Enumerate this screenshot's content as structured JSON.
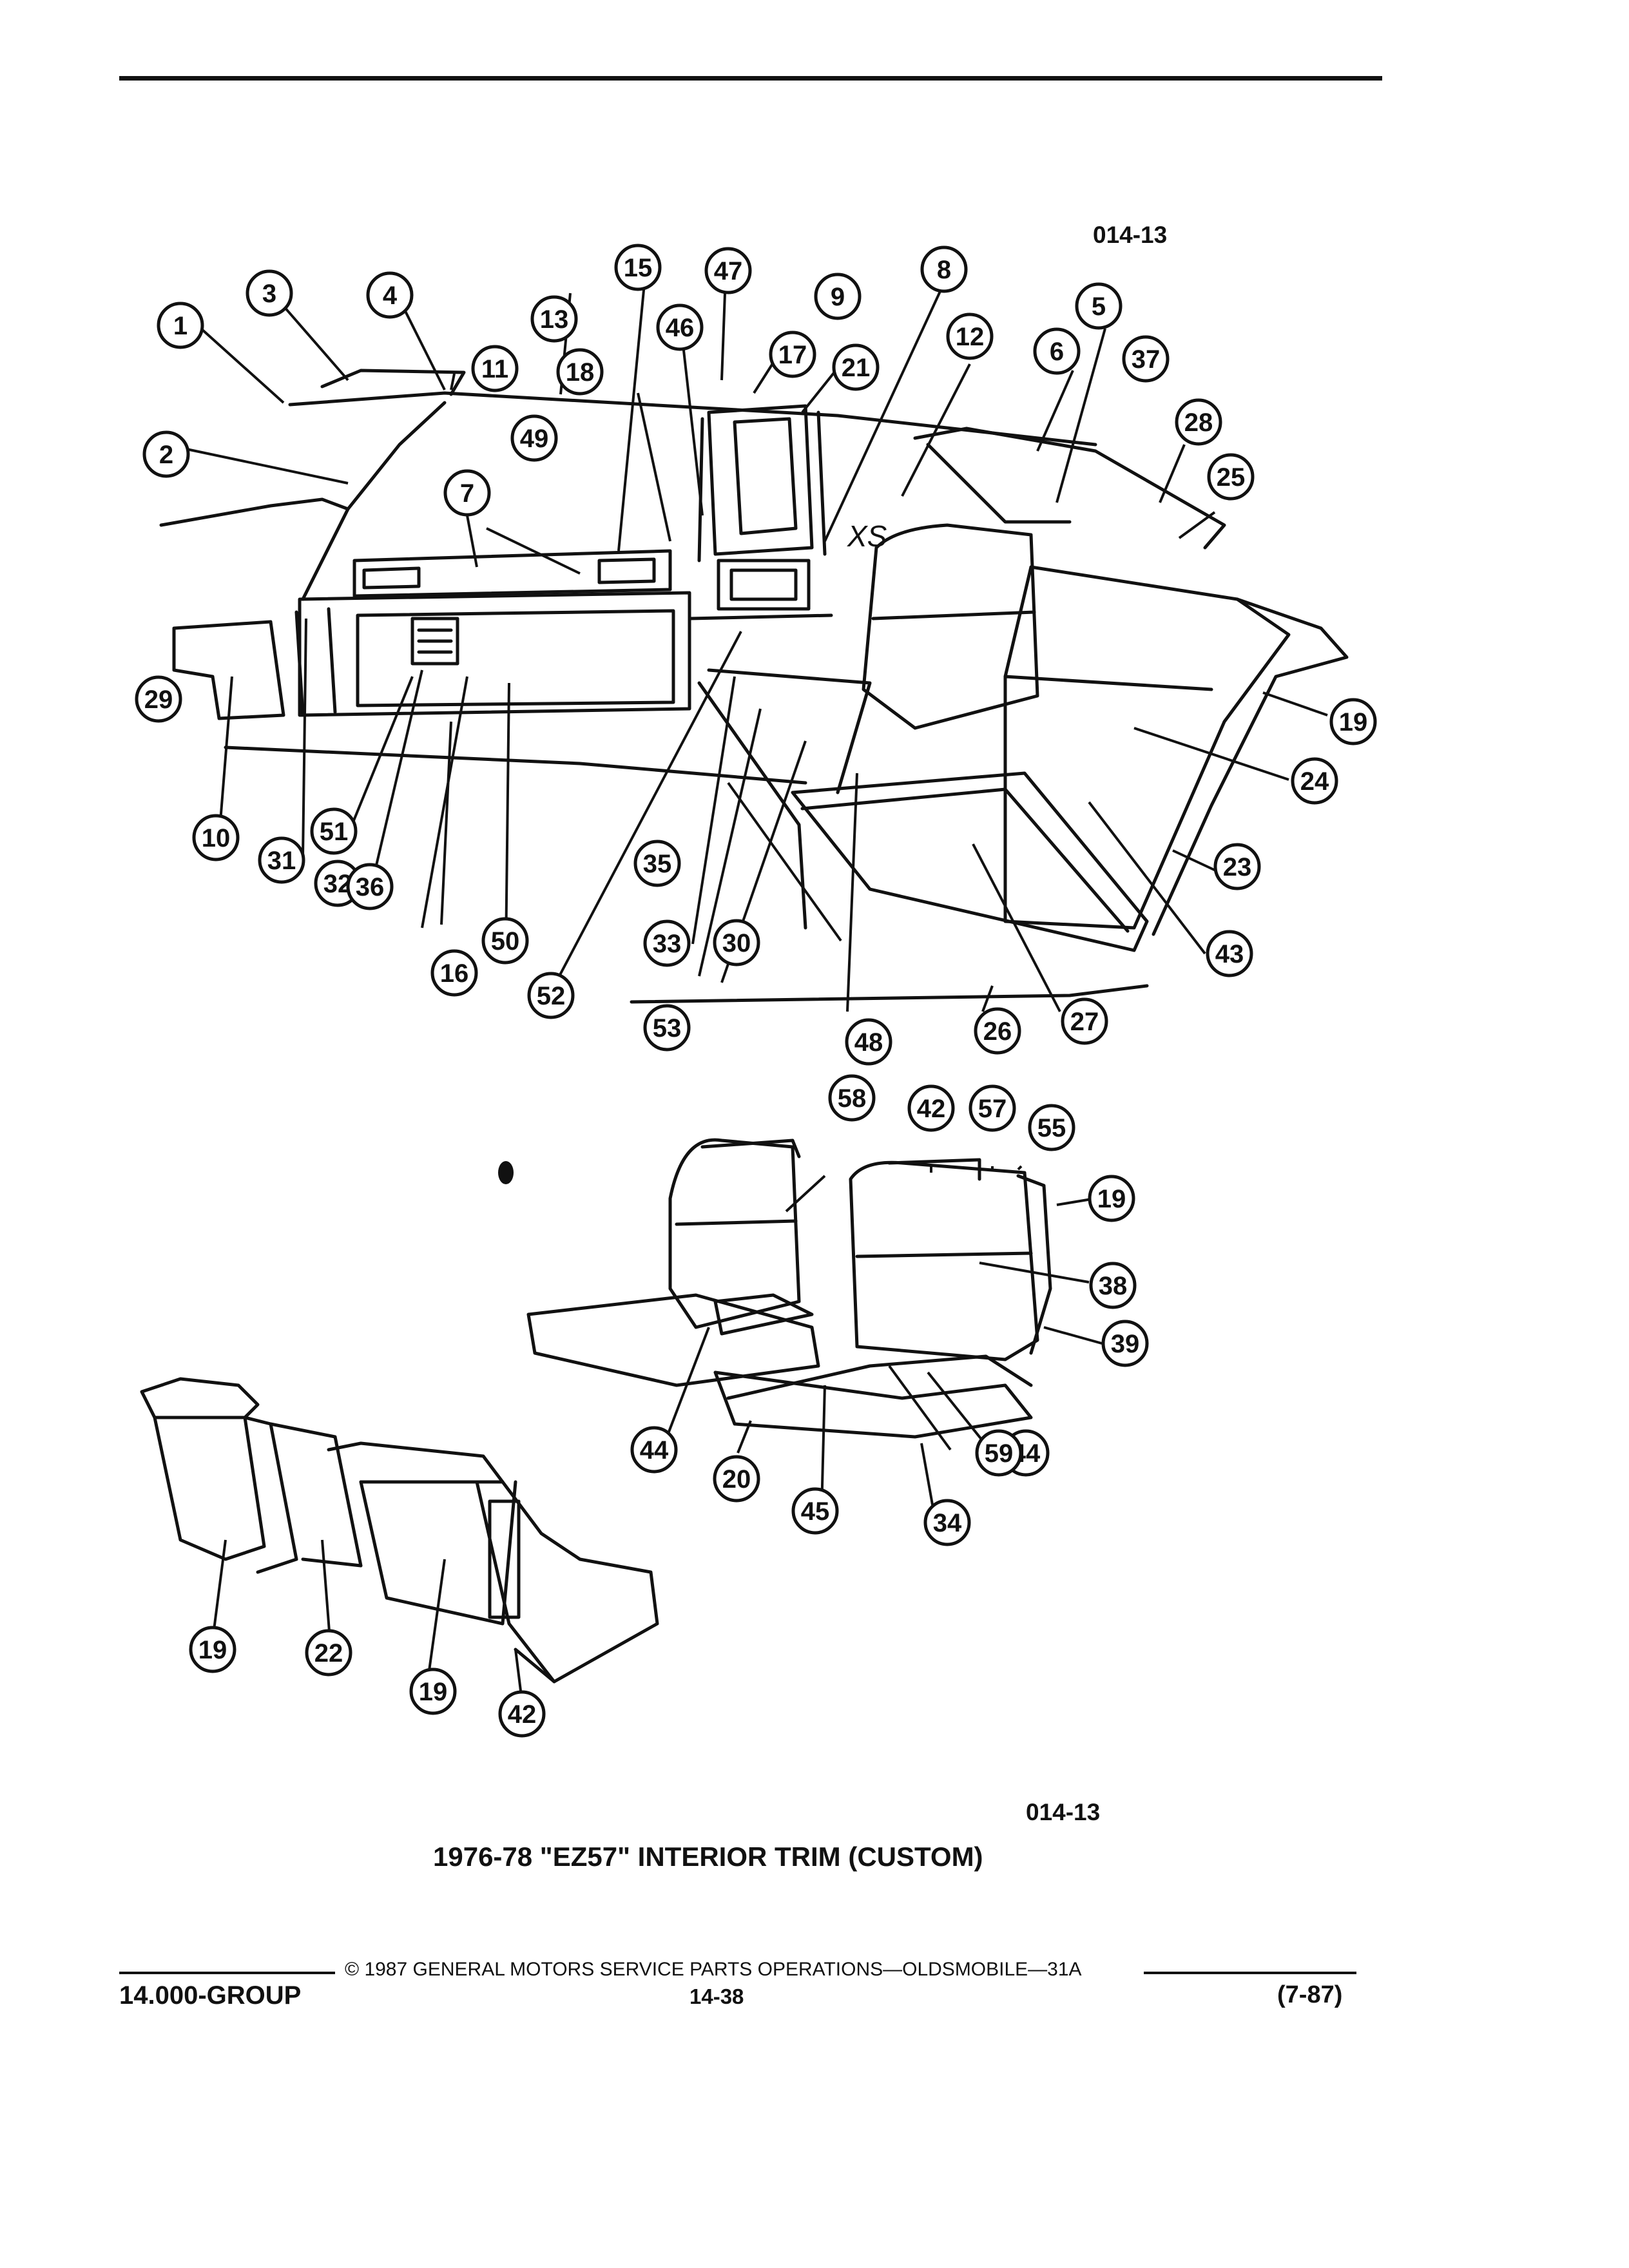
{
  "figure_code_top": "014-13",
  "figure_code_bottom": "014-13",
  "title": "1976-78 \"EZ57\" INTERIOR TRIM (CUSTOM)",
  "footer": {
    "copyright": "© 1987 GENERAL MOTORS SERVICE PARTS OPERATIONS—OLDSMOBILE—31A",
    "group": "14.000-GROUP",
    "page": "14-38",
    "date": "(7-87)"
  },
  "callouts": [
    "1",
    "2",
    "3",
    "4",
    "5",
    "6",
    "7",
    "8",
    "9",
    "10",
    "11",
    "12",
    "13",
    "15",
    "16",
    "17",
    "18",
    "19",
    "19",
    "19",
    "19",
    "20",
    "21",
    "22",
    "23",
    "24",
    "25",
    "26",
    "27",
    "28",
    "29",
    "30",
    "31",
    "32",
    "33",
    "34",
    "35",
    "36",
    "37",
    "38",
    "39",
    "42",
    "42",
    "43",
    "44",
    "44",
    "45",
    "46",
    "47",
    "48",
    "49",
    "50",
    "51",
    "52",
    "53",
    "55",
    "57",
    "58",
    "59"
  ],
  "annotation": "XS"
}
